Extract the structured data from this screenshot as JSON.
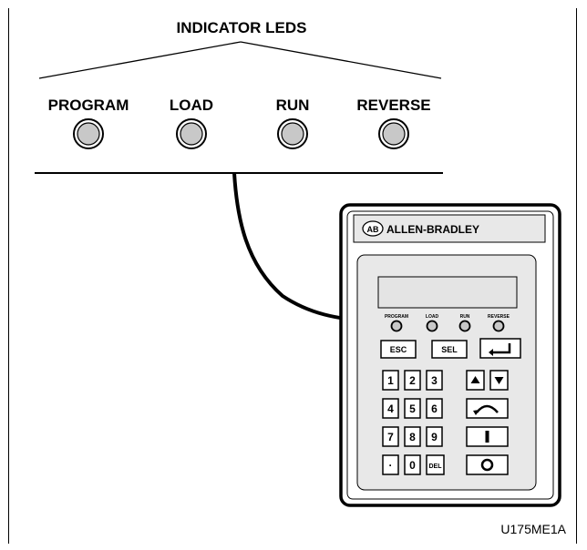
{
  "heading": "INDICATOR LEDS",
  "leds": [
    "PROGRAM",
    "LOAD",
    "RUN",
    "REVERSE"
  ],
  "keypad": {
    "brand_logo": "AB",
    "brand_name": "ALLEN-BRADLEY",
    "led_labels": [
      "PROGRAM",
      "LOAD",
      "RUN",
      "REVERSE"
    ],
    "keys": {
      "esc": "ESC",
      "sel": "SEL",
      "k1": "1",
      "k2": "2",
      "k3": "3",
      "k4": "4",
      "k5": "5",
      "k6": "6",
      "k7": "7",
      "k8": "8",
      "k9": "9",
      "dot": "·",
      "k0": "0",
      "del": "DEL"
    }
  },
  "figure_id": "U175ME1A",
  "colors": {
    "led_fill": "#c8c8c8",
    "screen_fill": "#e4e4e4",
    "panel_fill": "#e8e8e8"
  }
}
